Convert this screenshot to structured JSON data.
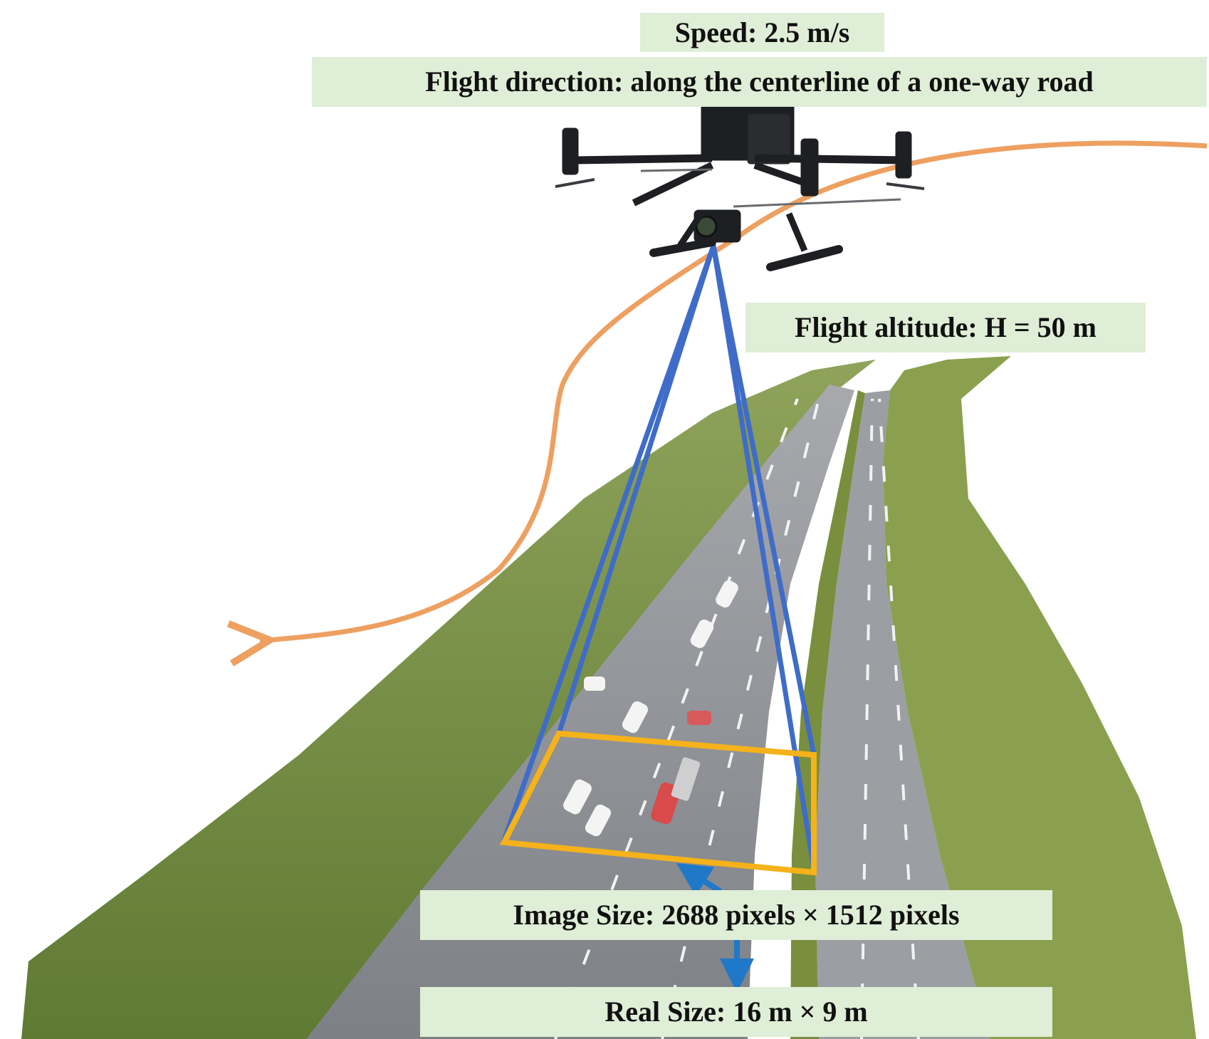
{
  "labels": {
    "speed": "Speed: 2.5 m/s",
    "flight_direction": "Flight direction: along the centerline of a one-way road",
    "flight_altitude": "Flight altitude: H = 50 m",
    "image_size": "Image Size: 2688 pixels × 1512 pixels",
    "real_size": "Real Size: 16 m × 9 m"
  },
  "colors": {
    "label_background": "#dfeed6",
    "flight_path": "#eda060",
    "camera_frustum": "#3f6cc8",
    "image_footprint": "#f5b21a",
    "annotation_arrows": "#1f78c8",
    "road_surface": "#8d9096",
    "vegetation": "#6f8d3c",
    "drone_body": "#1e1f22"
  },
  "icons": {
    "drone": "quadcopter-drone-icon",
    "flight_path_arrow": "curved-arrow-icon",
    "footprint_pointer": "arrow-up-left-icon",
    "size_conversion_arrow": "arrow-down-icon"
  }
}
